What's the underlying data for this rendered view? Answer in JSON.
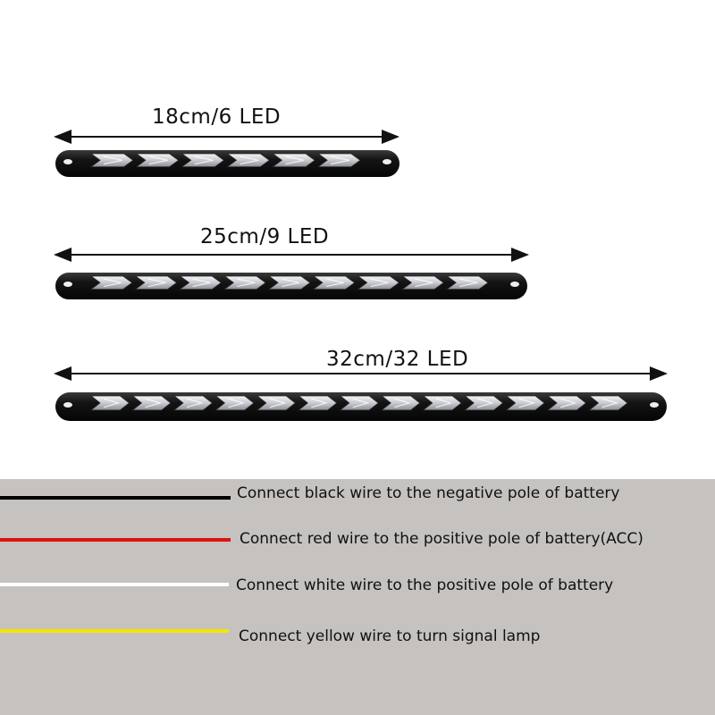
{
  "strips": [
    {
      "label": "18cm/6 LED",
      "led_count": 6
    },
    {
      "label": "25cm/9 LED",
      "led_count": 9
    },
    {
      "label": "32cm/32 LED",
      "led_count": 13
    }
  ],
  "legend": {
    "background": "#c5c2bf",
    "wires": [
      {
        "color": "#000000",
        "text": "Connect black wire to the negative pole of battery"
      },
      {
        "color": "#e01010",
        "text": "Connect red wire to the positive pole of battery(ACC)"
      },
      {
        "color": "#ffffff",
        "text": "Connect white wire to the positive pole of battery"
      },
      {
        "color": "#f2e600",
        "text": "Connect yellow wire to turn signal lamp"
      }
    ]
  }
}
